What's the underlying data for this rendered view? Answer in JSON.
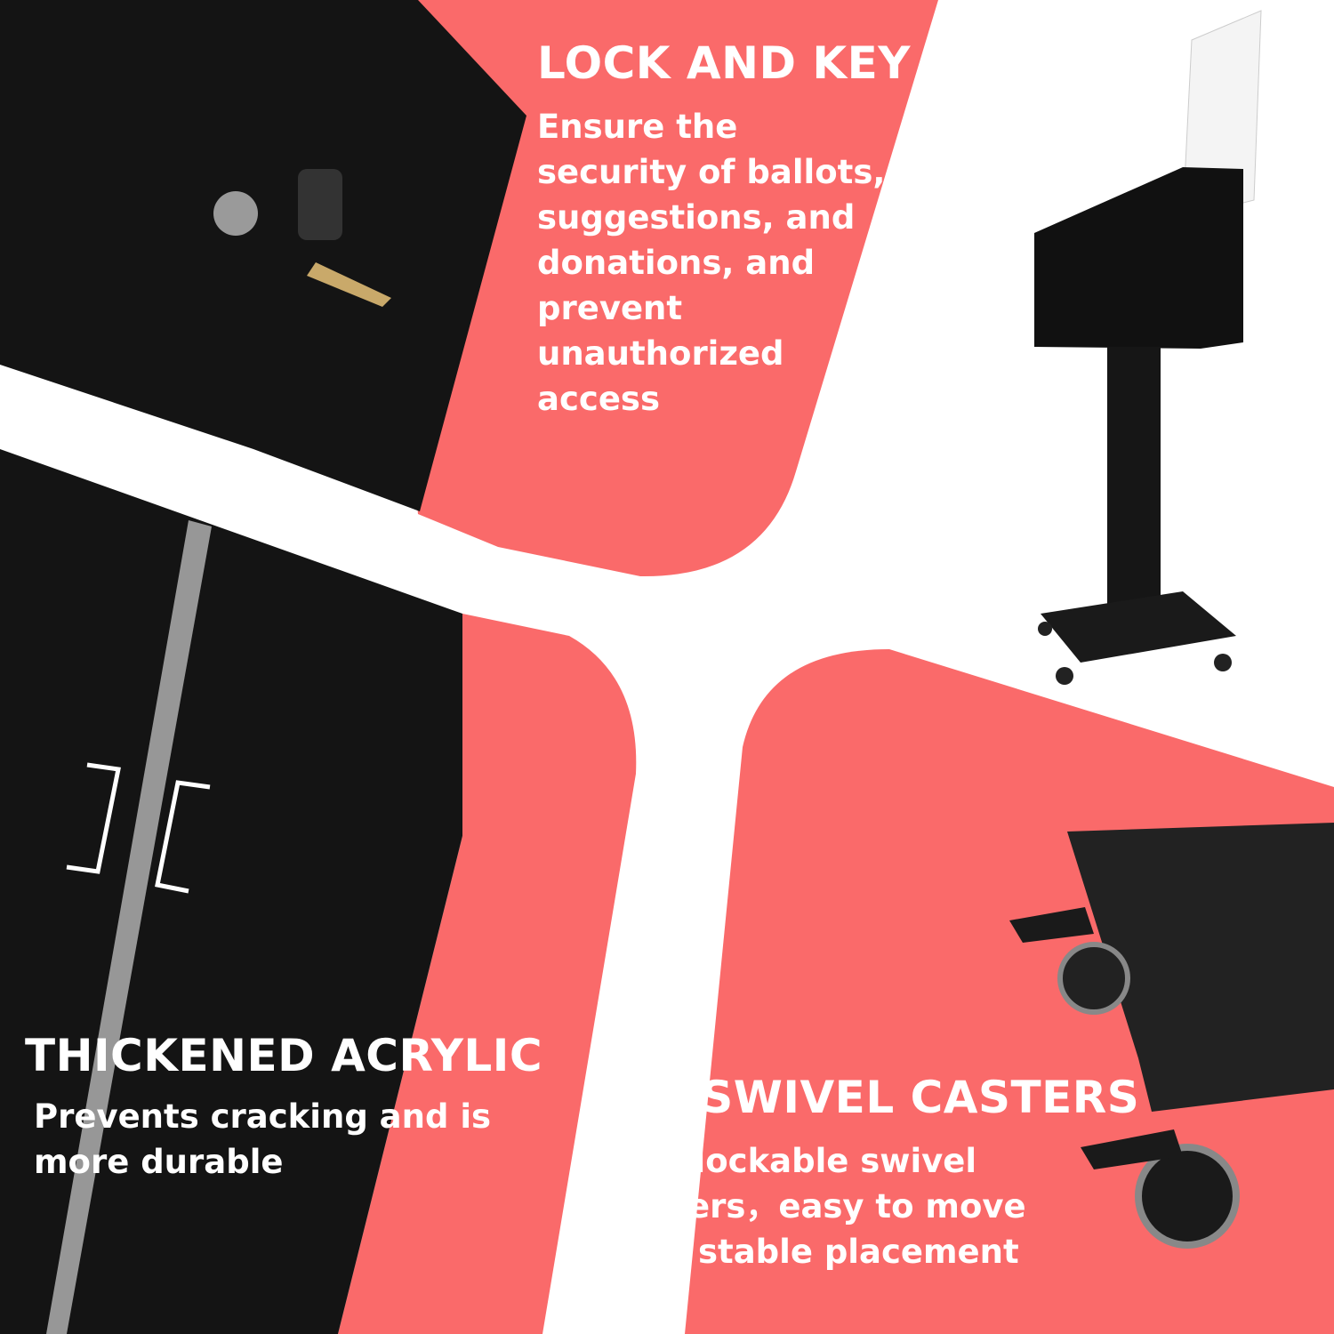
{
  "colors": {
    "accent": "#fa6a6a",
    "panel": "#161616"
  },
  "sections": {
    "lock": {
      "title": "LOCK AND KEY",
      "body": "Ensure the security of ballots, suggestions, and donations, and prevent unauthorized access"
    },
    "acrylic": {
      "title": "THICKENED ACRYLIC",
      "body": "Prevents cracking and is more durable"
    },
    "casters": {
      "title": "4 SWIVEL CASTERS",
      "body": "2 lockable swivel casters，easy to move and stable placement"
    }
  }
}
